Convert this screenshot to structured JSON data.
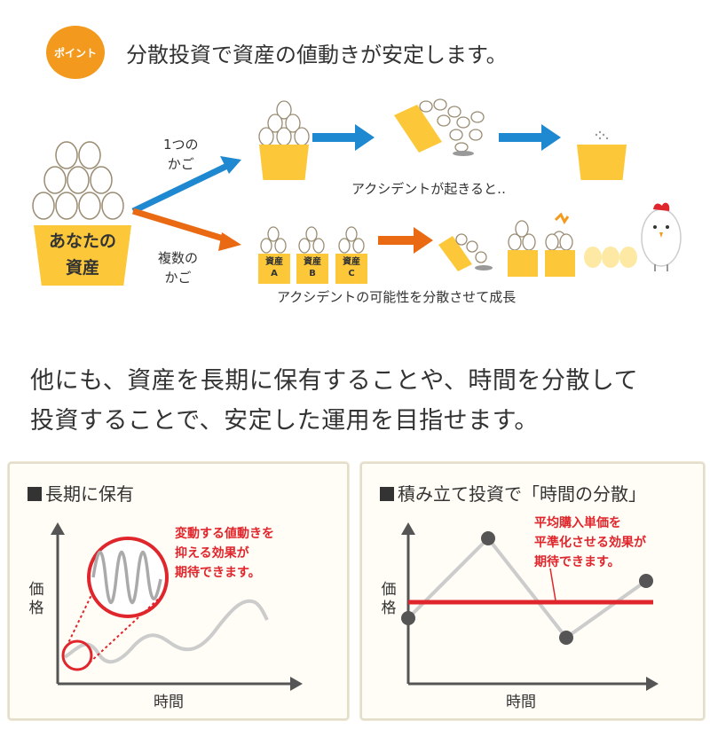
{
  "badge": {
    "label": "ポイント"
  },
  "headline": "分散投資で資産の値動きが安定します。",
  "diagram": {
    "your_assets": [
      "あなたの",
      "資産"
    ],
    "one_basket": [
      "1つの",
      "かご"
    ],
    "multiple_baskets": [
      "複数の",
      "かご"
    ],
    "accident_caption": "アクシデントが起きると‥",
    "diversify_caption": "アクシデントの可能性を分散させて成長",
    "basket_labels": [
      {
        "top": "資産",
        "bottom": "A"
      },
      {
        "top": "資産",
        "bottom": "B"
      },
      {
        "top": "資産",
        "bottom": "C"
      }
    ]
  },
  "paragraph": {
    "line1": "他にも、資産を長期に保有することや、時間を分散して",
    "line2": "投資することで、安定した運用を目指せます。"
  },
  "panel_left": {
    "title": "長期に保有",
    "note": [
      "変動する値動きを",
      "抑える効果が",
      "期待できます。"
    ],
    "y_label": [
      "価",
      "格"
    ],
    "x_label": "時間"
  },
  "panel_right": {
    "title": "積み立て投資で「時間の分散」",
    "note": [
      "平均購入単価を",
      "平準化させる効果が",
      "期待できます。"
    ],
    "y_label": [
      "価",
      "格"
    ],
    "x_label": "時間"
  },
  "colors": {
    "orange": "#f39a1e",
    "basket_yellow": "#fcc83a",
    "blue_arrow": "#1e88d0",
    "orange_arrow": "#ea6a14",
    "red": "#e0262d",
    "gray_line": "#cccccc",
    "dark": "#555555"
  }
}
